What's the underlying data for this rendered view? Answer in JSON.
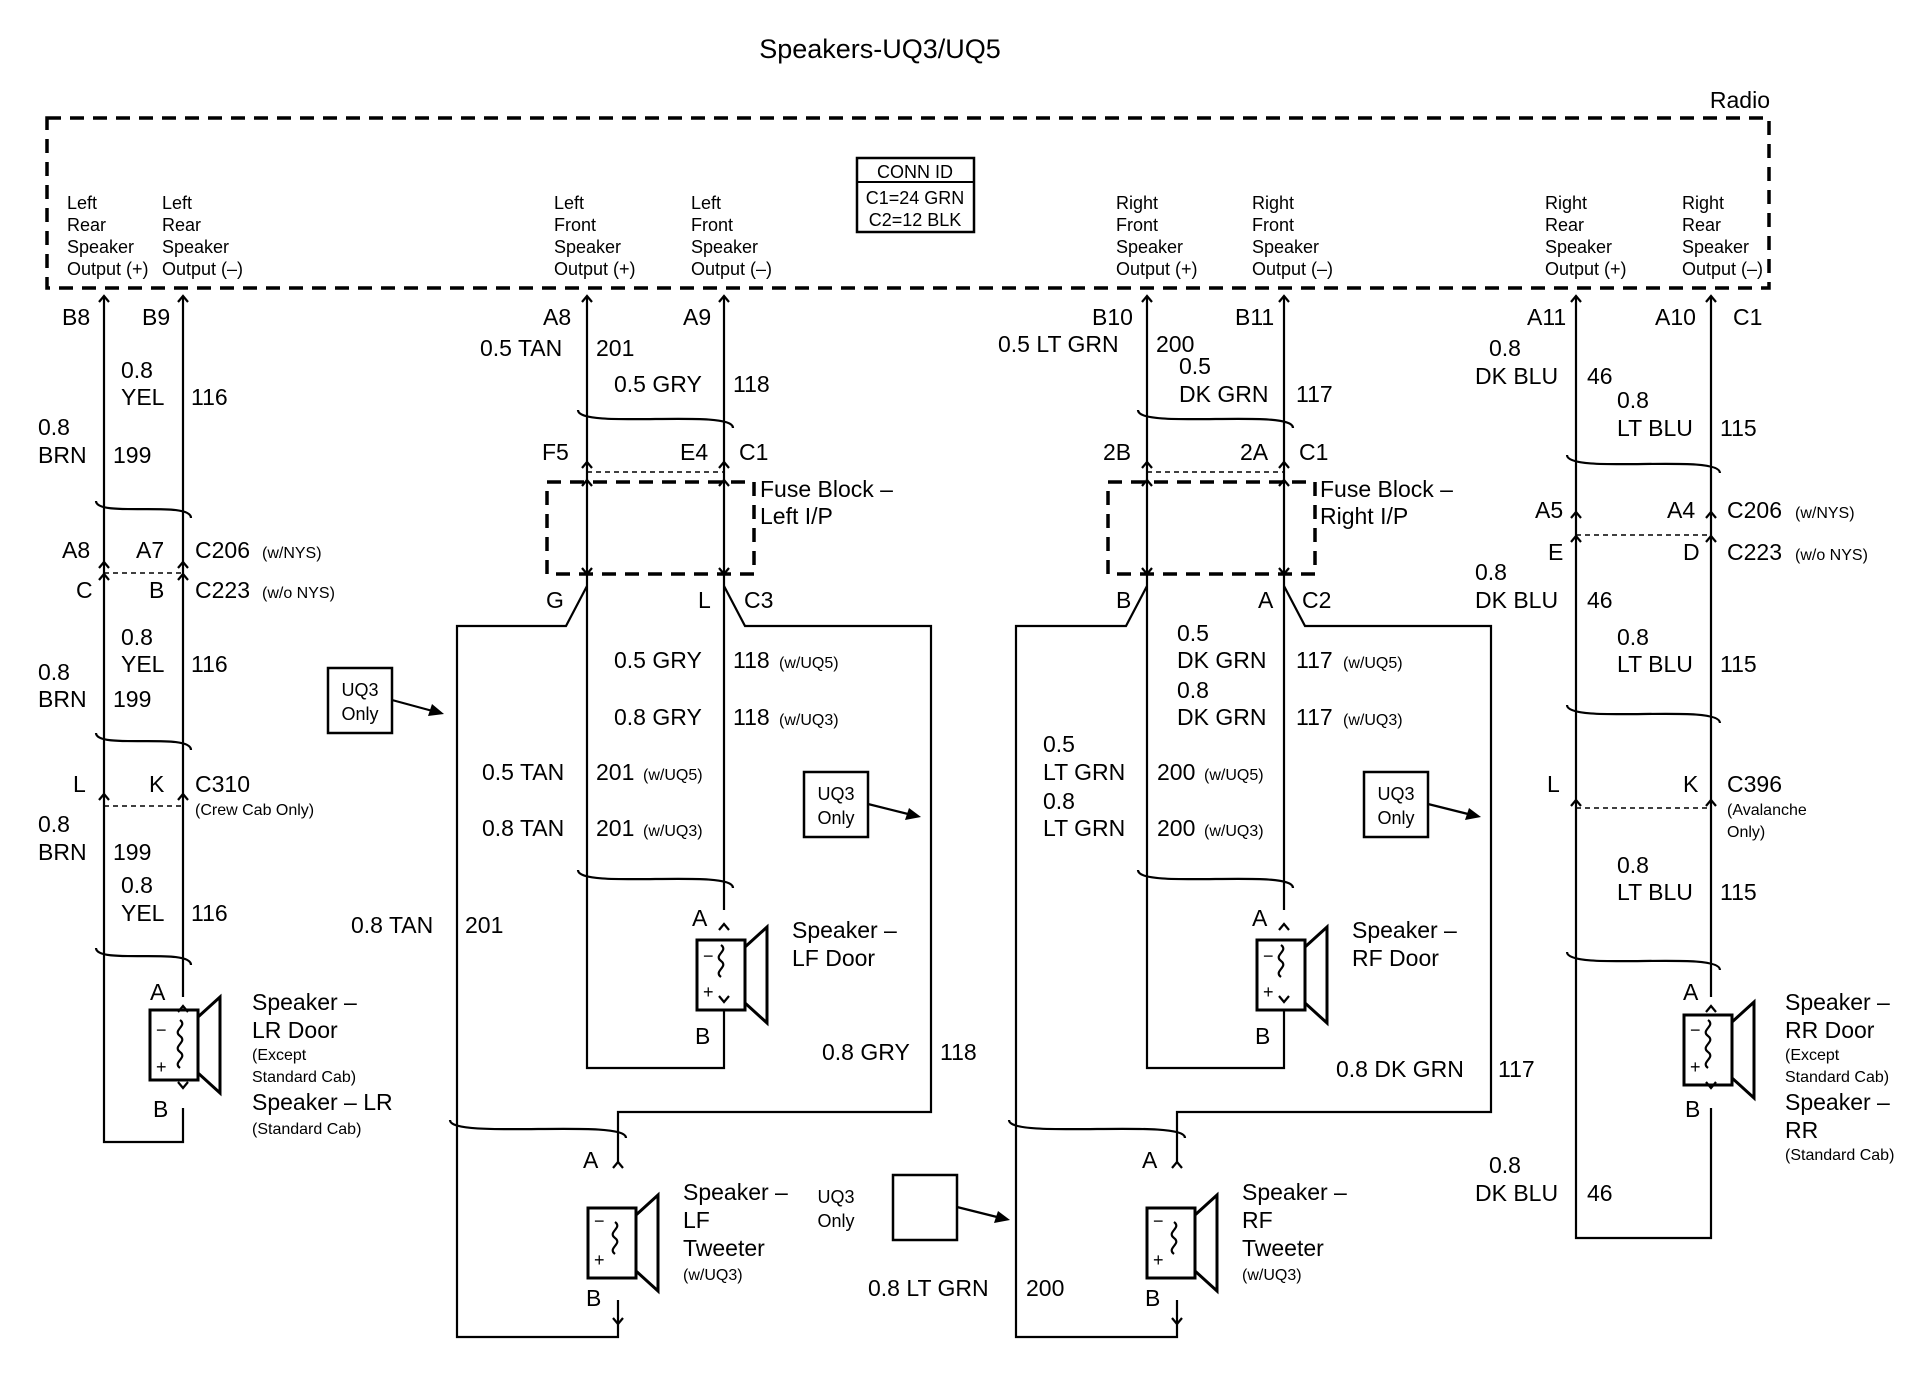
{
  "title": "Speakers-UQ3/UQ5",
  "radio_label": "Radio",
  "conn_id": {
    "header": "CONN ID",
    "c1": "C1=24 GRN",
    "c2": "C2=12 BLK"
  },
  "outputs": {
    "lr_pos": [
      "Left",
      "Rear",
      "Speaker",
      "Output (+)"
    ],
    "lr_neg": [
      "Left",
      "Rear",
      "Speaker",
      "Output (–)"
    ],
    "lf_pos": [
      "Left",
      "Front",
      "Speaker",
      "Output (+)"
    ],
    "lf_neg": [
      "Left",
      "Front",
      "Speaker",
      "Output (–)"
    ],
    "rf_pos": [
      "Right",
      "Front",
      "Speaker",
      "Output (+)"
    ],
    "rf_neg": [
      "Right",
      "Front",
      "Speaker",
      "Output (–)"
    ],
    "rr_pos": [
      "Right",
      "Rear",
      "Speaker",
      "Output (+)"
    ],
    "rr_neg": [
      "Right",
      "Rear",
      "Speaker",
      "Output (–)"
    ]
  },
  "pins": {
    "b8": "B8",
    "b9": "B9",
    "a8": "A8",
    "a9": "A9",
    "b10": "B10",
    "b11": "B11",
    "a11": "A11",
    "a10": "A10",
    "c1": "C1"
  },
  "left_rear": {
    "w1_size": "0.8",
    "w1_color": "YEL",
    "w1_circuit": "116",
    "w2_size": "0.8",
    "w2_color": "BRN",
    "w2_circuit": "199",
    "conn_a8": "A8",
    "conn_a7": "A7",
    "c206": "C206",
    "c206_note": "(w/NYS)",
    "conn_c": "C",
    "conn_b": "B",
    "c223": "C223",
    "c223_note": "(w/o NYS)",
    "w3_size": "0.8",
    "w3_color": "YEL",
    "w3_circuit": "116",
    "w4_size": "0.8",
    "w4_color": "BRN",
    "w4_circuit": "199",
    "conn_l": "L",
    "conn_k": "K",
    "c310": "C310",
    "c310_note": "(Crew Cab Only)",
    "w5_size": "0.8",
    "w5_color": "BRN",
    "w5_circuit": "199",
    "w6_size": "0.8",
    "w6_color": "YEL",
    "w6_circuit": "116",
    "spk_a": "A",
    "spk_b": "B",
    "spk_label1": "Speaker –",
    "spk_label2": "LR Door",
    "spk_note1": "(Except",
    "spk_note2": "Standard Cab)",
    "spk_alt1": "Speaker – LR",
    "spk_alt_note": "(Standard Cab)"
  },
  "left_front": {
    "w1_label": "0.5 TAN",
    "w1_circuit": "201",
    "w2_label": "0.5 GRY",
    "w2_circuit": "118",
    "conn_f5": "F5",
    "conn_e4": "E4",
    "conn_c1": "C1",
    "fuse_label1": "Fuse Block –",
    "fuse_label2": "Left I/P",
    "conn_g": "G",
    "conn_l": "L",
    "conn_c3": "C3",
    "w3_label": "0.5 GRY",
    "w3_circuit": "118",
    "w3_note": "(w/UQ5)",
    "w4_label": "0.8 GRY",
    "w4_circuit": "118",
    "w4_note": "(w/UQ3)",
    "w5_label": "0.5 TAN",
    "w5_circuit": "201",
    "w5_note": "(w/UQ5)",
    "w6_label": "0.8 TAN",
    "w6_circuit": "201",
    "w6_note": "(w/UQ3)",
    "uq3_a1": "UQ3",
    "uq3_a2": "Only",
    "uq3_b1": "UQ3",
    "uq3_b2": "Only",
    "spk_a": "A",
    "spk_b": "B",
    "spk_label1": "Speaker –",
    "spk_label2": "LF Door",
    "w7_label": "0.8 TAN",
    "w7_circuit": "201",
    "w8_label": "0.8 GRY",
    "w8_circuit": "118",
    "tw_a": "A",
    "tw_b": "B",
    "tw_label1": "Speaker –",
    "tw_label2": "LF",
    "tw_label3": "Tweeter",
    "tw_note": "(w/UQ3)"
  },
  "right_front": {
    "w1_label": "0.5 LT GRN",
    "w1_circuit": "200",
    "w2_size": "0.5",
    "w2_color": "DK GRN",
    "w2_circuit": "117",
    "conn_2b": "2B",
    "conn_2a": "2A",
    "conn_c1": "C1",
    "fuse_label1": "Fuse Block –",
    "fuse_label2": "Right I/P",
    "conn_b": "B",
    "conn_a": "A",
    "conn_c2": "C2",
    "w3_size": "0.5",
    "w3_color": "DK GRN",
    "w3_circuit": "117",
    "w3_note": "(w/UQ5)",
    "w4_size": "0.8",
    "w4_color": "DK GRN",
    "w4_circuit": "117",
    "w4_note": "(w/UQ3)",
    "w5_size": "0.5",
    "w5_color": "LT GRN",
    "w5_circuit": "200",
    "w5_note": "(w/UQ5)",
    "w6_size": "0.8",
    "w6_color": "LT GRN",
    "w6_circuit": "200",
    "w6_note": "(w/UQ3)",
    "uq3_a1": "UQ3",
    "uq3_a2": "Only",
    "uq3_b1": "UQ3",
    "uq3_b2": "Only",
    "spk_a": "A",
    "spk_b": "B",
    "spk_label1": "Speaker –",
    "spk_label2": "RF Door",
    "w7_label": "0.8 DK GRN",
    "w7_circuit": "117",
    "w8_label": "0.8 LT GRN",
    "w8_circuit": "200",
    "tw_a": "A",
    "tw_b": "B",
    "tw_label1": "Speaker –",
    "tw_label2": "RF",
    "tw_label3": "Tweeter",
    "tw_note": "(w/UQ3)"
  },
  "right_rear": {
    "w1_size": "0.8",
    "w1_color": "DK BLU",
    "w1_circuit": "46",
    "w2_size": "0.8",
    "w2_color": "LT BLU",
    "w2_circuit": "115",
    "conn_a5": "A5",
    "conn_a4": "A4",
    "c206": "C206",
    "c206_note": "(w/NYS)",
    "conn_e": "E",
    "conn_d": "D",
    "c223": "C223",
    "c223_note": "(w/o NYS)",
    "w3_size": "0.8",
    "w3_color": "DK BLU",
    "w3_circuit": "46",
    "w4_size": "0.8",
    "w4_color": "LT BLU",
    "w4_circuit": "115",
    "conn_l": "L",
    "conn_k": "K",
    "c396": "C396",
    "c396_note1": "(Avalanche",
    "c396_note2": "Only)",
    "w5_size": "0.8",
    "w5_color": "LT BLU",
    "w5_circuit": "115",
    "spk_a": "A",
    "spk_b": "B",
    "spk_label1": "Speaker –",
    "spk_label2": "RR Door",
    "spk_note1": "(Except",
    "spk_note2": "Standard Cab)",
    "spk_alt1": "Speaker –",
    "spk_alt2": "RR",
    "spk_alt_note": "(Standard Cab)",
    "w6_size": "0.8",
    "w6_color": "DK BLU",
    "w6_circuit": "46"
  }
}
